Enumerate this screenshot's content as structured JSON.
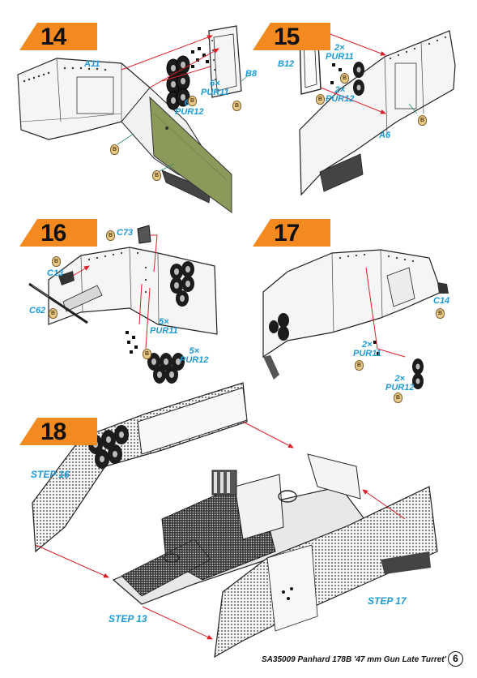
{
  "steps": [
    {
      "number": "14"
    },
    {
      "number": "15"
    },
    {
      "number": "16"
    },
    {
      "number": "17"
    },
    {
      "number": "18"
    }
  ],
  "parts": {
    "s14_a11": "A11",
    "s14_b8": "B8",
    "s14_pur11": "6×\nPUR11",
    "s14_pur12": "6×\nPUR12",
    "s15_b12": "B12",
    "s15_pur11": "2×\nPUR11",
    "s15_pur12": "2×\nPUR12",
    "s15_a6": "A6",
    "s16_c73": "C73",
    "s16_c13": "C13",
    "s16_c62": "C62",
    "s16_pur11": "5×\nPUR11",
    "s16_pur12": "5×\nPUR12",
    "s17_c14": "C14",
    "s17_pur11": "2×\nPUR11",
    "s17_pur12": "2×\nPUR12"
  },
  "step_refs": {
    "step16": "STEP 16",
    "step13": "STEP 13",
    "step17": "STEP 17"
  },
  "glue_symbol": "B",
  "footer": {
    "title": "SA35009 Panhard 178B '47 mm Gun Late Turret'",
    "page": "6"
  },
  "colors": {
    "accent_orange": "#f28a1f",
    "label_blue": "#1e9ad6",
    "arrow_red": "#d8202a",
    "armor_green": "#8b9a5b"
  }
}
